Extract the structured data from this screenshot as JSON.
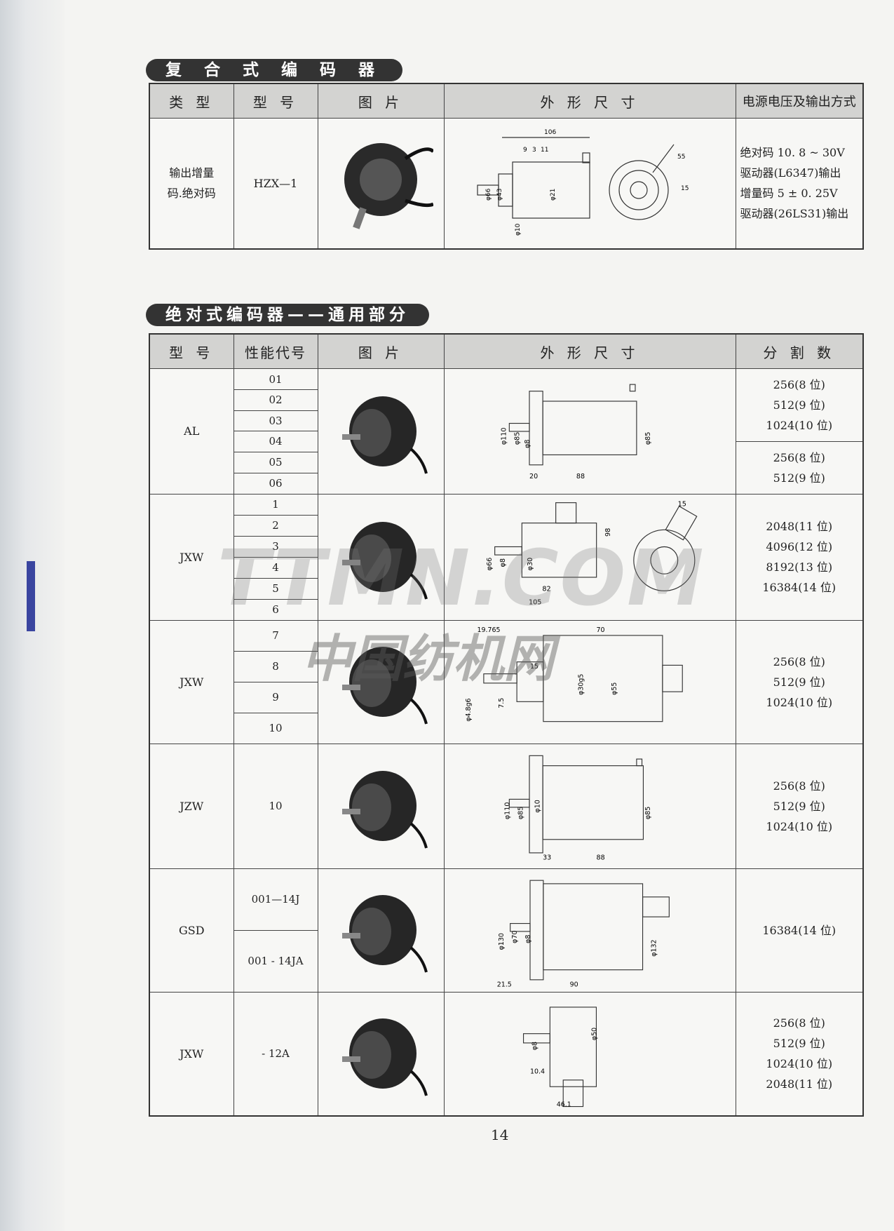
{
  "section1": {
    "title": "复 合 式 编 码 器",
    "headers": [
      "类 型",
      "型 号",
      "图 片",
      "外 形 尺 寸",
      "电源电压及输出方式"
    ],
    "row": {
      "type": "输出增量\n码.绝对码",
      "model": "HZX—1",
      "dims": [
        "106",
        "9",
        "3",
        "11",
        "φ66",
        "φ43",
        "φ21",
        "φ10",
        "55",
        "15"
      ],
      "output": [
        "绝对码 10. 8 ~ 30V",
        "驱动器(L6347)输出",
        "增量码 5 ± 0. 25V",
        "驱动器(26LS31)输出"
      ]
    }
  },
  "section2": {
    "title": "绝对式编码器——通用部分",
    "headers": [
      "型 号",
      "性能代号",
      "图 片",
      "外 形 尺 寸",
      "分 割 数"
    ],
    "rows": [
      {
        "model": "AL",
        "codes": [
          "01",
          "02",
          "03",
          "04",
          "05",
          "06"
        ],
        "dims": [
          "φ110",
          "φ85",
          "φ8",
          "φ85",
          "20",
          "88"
        ],
        "splits": [
          "256(8 位)",
          "512(9 位)",
          "1024(10 位)"
        ],
        "splits2": [
          "256(8 位)",
          "512(9 位)"
        ]
      },
      {
        "model": "JXW",
        "codes": [
          "1",
          "2",
          "3",
          "4",
          "5",
          "6"
        ],
        "dims": [
          "φ66",
          "φ8",
          "φ30",
          "98",
          "82",
          "105",
          "15"
        ],
        "splits": [
          "2048(11 位)",
          "4096(12 位)",
          "8192(13 位)",
          "16384(14 位)"
        ]
      },
      {
        "model": "JXW",
        "codes": [
          "7",
          "8",
          "9",
          "10"
        ],
        "dims": [
          "19.765",
          "70",
          "15",
          "φ30g5",
          "φ55",
          "7.5",
          "φ4.8g6"
        ],
        "splits": [
          "256(8 位)",
          "512(9 位)",
          "1024(10 位)"
        ]
      },
      {
        "model": "JZW",
        "codes": [
          "10"
        ],
        "dims": [
          "φ110",
          "φ85",
          "φ10",
          "φ85",
          "33",
          "88"
        ],
        "splits": [
          "256(8 位)",
          "512(9 位)",
          "1024(10 位)"
        ]
      },
      {
        "model": "GSD",
        "codes": [
          "001—14J",
          "001 - 14JA"
        ],
        "dims": [
          "φ130",
          "φ70",
          "φ8",
          "φ132",
          "21.5",
          "90"
        ],
        "splits": [
          "16384(14 位)"
        ]
      },
      {
        "model": "JXW",
        "codes": [
          "- 12A"
        ],
        "dims": [
          "φ8",
          "φ50",
          "10.4",
          "46.1"
        ],
        "splits": [
          "256(8 位)",
          "512(9 位)",
          "1024(10 位)",
          "2048(11 位)"
        ]
      }
    ]
  },
  "page_number": "14",
  "watermark": {
    "line1": "TTMN.COM",
    "line2": "中国纺机网"
  }
}
